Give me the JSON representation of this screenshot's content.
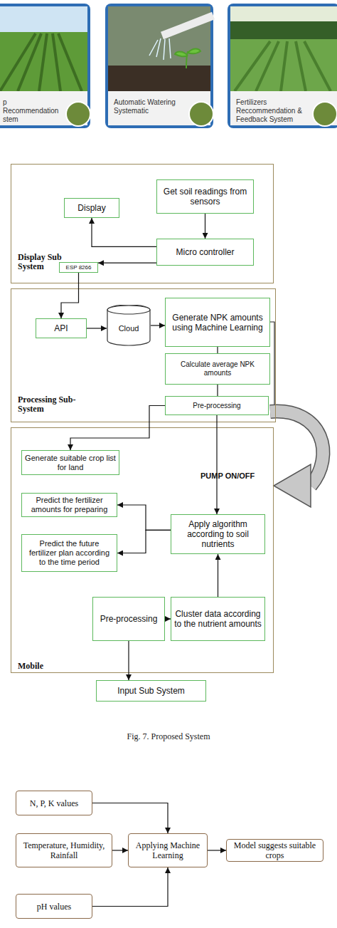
{
  "diagram": {
    "caption": "Fig. 7. Proposed System",
    "nodes": [
      {
        "text": [
          "p Recommendation stem"
        ]
      },
      {
        "text": [
          "Automatic Watering Systematic"
        ]
      },
      {
        "text": [
          "Fertilizers Reccommendation & Feedback System"
        ]
      },
      {
        "text": [
          "Display Sub System"
        ]
      },
      {
        "text": [
          "Get soil readings from sensors"
        ],
        "in": 3
      },
      {
        "text": [
          "Display"
        ],
        "in": 3
      },
      {
        "text": [
          "Micro controller"
        ],
        "in": 3
      },
      {
        "text": [
          "ESP 8266"
        ],
        "in": 3
      },
      {
        "text": [
          "Processing Sub-System"
        ]
      },
      {
        "text": [
          "API"
        ],
        "in": 8
      },
      {
        "text": [
          "Cloud"
        ],
        "in": 8
      },
      {
        "text": [
          "Generate NPK amounts using Machine Learning"
        ],
        "in": 8
      },
      {
        "text": [
          "Calculate average NPK amounts"
        ],
        "in": 8
      },
      {
        "text": [
          "Pre-processing"
        ],
        "in": 8
      },
      {
        "text": [
          "Mobile"
        ]
      },
      {
        "text": [
          "Generate suitable crop list for land"
        ],
        "in": 14
      },
      {
        "text": [
          "Predict the fertilizer amounts for preparing"
        ],
        "in": 14
      },
      {
        "text": [
          "Predict the future fertilizer plan according to the time period"
        ],
        "in": 14
      },
      {
        "text": [
          "Apply algorithm according to soil nutrients"
        ],
        "in": 14
      },
      {
        "text": [
          "Pre-processing"
        ],
        "in": 14
      },
      {
        "text": [
          "Cluster data according to the nutrient amounts"
        ],
        "in": 14
      },
      {
        "text": [
          "Input Sub System"
        ]
      },
      {
        "text": [
          "N, P, K values"
        ]
      },
      {
        "text": [
          "Temperature, Humidity, Rainfall"
        ]
      },
      {
        "text": [
          "pH values"
        ]
      },
      {
        "text": [
          "Applying Machine Learning"
        ]
      },
      {
        "text": [
          "Model suggests suitable crops"
        ]
      }
    ],
    "edges": [
      {
        "from": 4,
        "to": 6,
        "arrow": "to"
      },
      {
        "from": 6,
        "to": 5,
        "arrow": "to"
      },
      {
        "from": 6,
        "to": 7,
        "arrow": "to"
      },
      {
        "from": 7,
        "to": 9,
        "arrow": "to"
      },
      {
        "from": 9,
        "to": 10,
        "arrow": "to"
      },
      {
        "from": 10,
        "to": 11,
        "arrow": "to"
      },
      {
        "from": 11,
        "to": 12,
        "arrow": "none"
      },
      {
        "from": 12,
        "to": 13,
        "arrow": "none"
      },
      {
        "from": 13,
        "to": 15,
        "arrow": "to"
      },
      {
        "from": 13,
        "to": 18,
        "arrow": "to"
      },
      {
        "from": 18,
        "to": 16,
        "arrow": "to"
      },
      {
        "from": 18,
        "to": 17,
        "arrow": "to"
      },
      {
        "from": 20,
        "to": 18,
        "arrow": "to"
      },
      {
        "from": 19,
        "to": 20,
        "arrow": "to"
      },
      {
        "from": 19,
        "to": 21,
        "arrow": "to"
      },
      {
        "from": 22,
        "to": 25,
        "arrow": "to"
      },
      {
        "from": 23,
        "to": 25,
        "arrow": "to"
      },
      {
        "from": 24,
        "to": 25,
        "arrow": "to"
      },
      {
        "from": 25,
        "to": 26,
        "arrow": "to"
      }
    ],
    "labels": [
      "PUMP ON/OFF"
    ]
  }
}
